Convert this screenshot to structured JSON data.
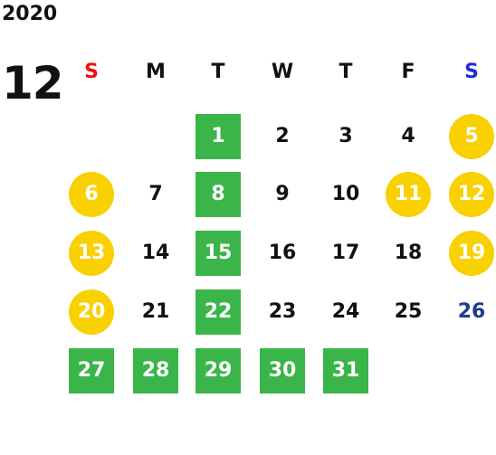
{
  "calendar": {
    "year": "2020",
    "month": "12",
    "weekdays": [
      {
        "label": "S",
        "color": "#ee1111"
      },
      {
        "label": "M",
        "color": "#111111"
      },
      {
        "label": "T",
        "color": "#111111"
      },
      {
        "label": "W",
        "color": "#111111"
      },
      {
        "label": "T",
        "color": "#111111"
      },
      {
        "label": "F",
        "color": "#111111"
      },
      {
        "label": "S",
        "color": "#1a2fd6"
      }
    ],
    "weeks": [
      [
        null,
        null,
        {
          "day": "1",
          "style": "green"
        },
        {
          "day": "2",
          "style": "plain"
        },
        {
          "day": "3",
          "style": "plain"
        },
        {
          "day": "4",
          "style": "plain"
        },
        {
          "day": "5",
          "style": "yellow"
        }
      ],
      [
        {
          "day": "6",
          "style": "yellow"
        },
        {
          "day": "7",
          "style": "plain"
        },
        {
          "day": "8",
          "style": "green"
        },
        {
          "day": "9",
          "style": "plain"
        },
        {
          "day": "10",
          "style": "plain"
        },
        {
          "day": "11",
          "style": "yellow"
        },
        {
          "day": "12",
          "style": "yellow"
        }
      ],
      [
        {
          "day": "13",
          "style": "yellow"
        },
        {
          "day": "14",
          "style": "plain"
        },
        {
          "day": "15",
          "style": "green"
        },
        {
          "day": "16",
          "style": "plain"
        },
        {
          "day": "17",
          "style": "plain"
        },
        {
          "day": "18",
          "style": "plain"
        },
        {
          "day": "19",
          "style": "yellow"
        }
      ],
      [
        {
          "day": "20",
          "style": "yellow"
        },
        {
          "day": "21",
          "style": "plain"
        },
        {
          "day": "22",
          "style": "green"
        },
        {
          "day": "23",
          "style": "plain"
        },
        {
          "day": "24",
          "style": "plain"
        },
        {
          "day": "25",
          "style": "plain"
        },
        {
          "day": "26",
          "style": "blue"
        }
      ],
      [
        {
          "day": "27",
          "style": "green"
        },
        {
          "day": "28",
          "style": "green"
        },
        {
          "day": "29",
          "style": "green"
        },
        {
          "day": "30",
          "style": "green"
        },
        {
          "day": "31",
          "style": "green"
        },
        null,
        null
      ]
    ],
    "colors": {
      "green_highlight": "#3ab54a",
      "yellow_highlight": "#f9d000",
      "sunday_header": "#ee1111",
      "saturday_header": "#1a2fd6",
      "blue_day": "#1d3c8f"
    }
  }
}
